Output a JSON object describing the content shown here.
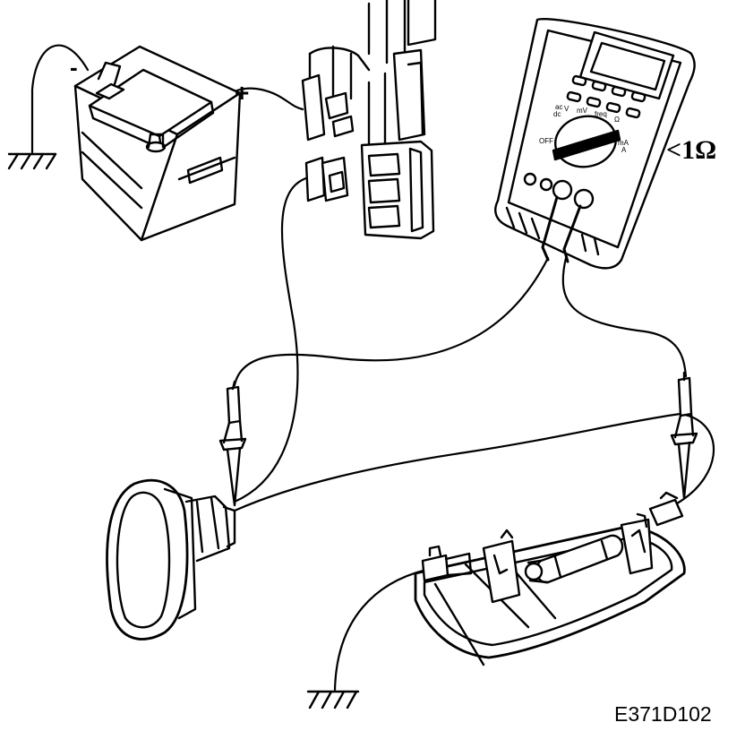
{
  "labels": {
    "battery_negative": "-",
    "battery_positive": "+",
    "meter_reading": "<1Ω",
    "figure_code": "E371D102"
  },
  "meter_panel": {
    "mode_labels": [
      "ac",
      "V",
      "dc",
      "mV",
      "freq",
      "Ω",
      "mA",
      "A",
      "OFF"
    ]
  },
  "colors": {
    "line": "#000000",
    "fill": "#ffffff",
    "shade": "#d9d9d9"
  }
}
